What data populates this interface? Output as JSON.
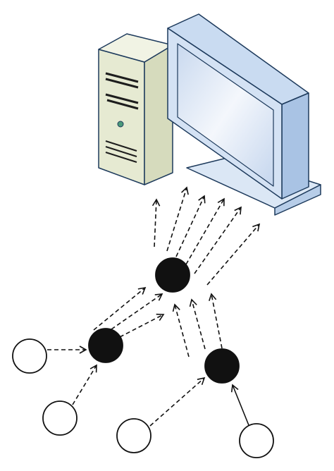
{
  "diagram": {
    "computer_icon": "desktop-computer-icon",
    "colors": {
      "stroke": "#111111",
      "node_filled": "#111111",
      "node_empty": "#ffffff",
      "tower_body": "#e8ecd6",
      "monitor_frame": "#c5d9f1",
      "screen": "#e9f0fa",
      "shadow": "#bcd3ec"
    },
    "nodes": [
      {
        "id": "hub",
        "kind": "filled"
      },
      {
        "id": "left-relay",
        "kind": "filled"
      },
      {
        "id": "right-relay",
        "kind": "filled"
      },
      {
        "id": "source-left",
        "kind": "empty"
      },
      {
        "id": "source-bottom-left",
        "kind": "empty"
      },
      {
        "id": "source-bottom-middle",
        "kind": "empty"
      },
      {
        "id": "source-bottom-right",
        "kind": "empty"
      }
    ],
    "edges": [
      {
        "from": "source-left",
        "to": "left-relay",
        "style": "dashed"
      },
      {
        "from": "source-bottom-left",
        "to": "left-relay",
        "style": "dashed"
      },
      {
        "from": "source-bottom-middle",
        "to": "right-relay",
        "style": "dashed"
      },
      {
        "from": "source-bottom-right",
        "to": "right-relay",
        "style": "solid"
      },
      {
        "from": "left-relay",
        "to": "hub",
        "style": "dashed",
        "count": 3
      },
      {
        "from": "right-relay",
        "to": "hub",
        "style": "dashed",
        "count": 3
      },
      {
        "from": "hub",
        "to": "computer",
        "style": "dashed",
        "count": 6
      }
    ]
  }
}
